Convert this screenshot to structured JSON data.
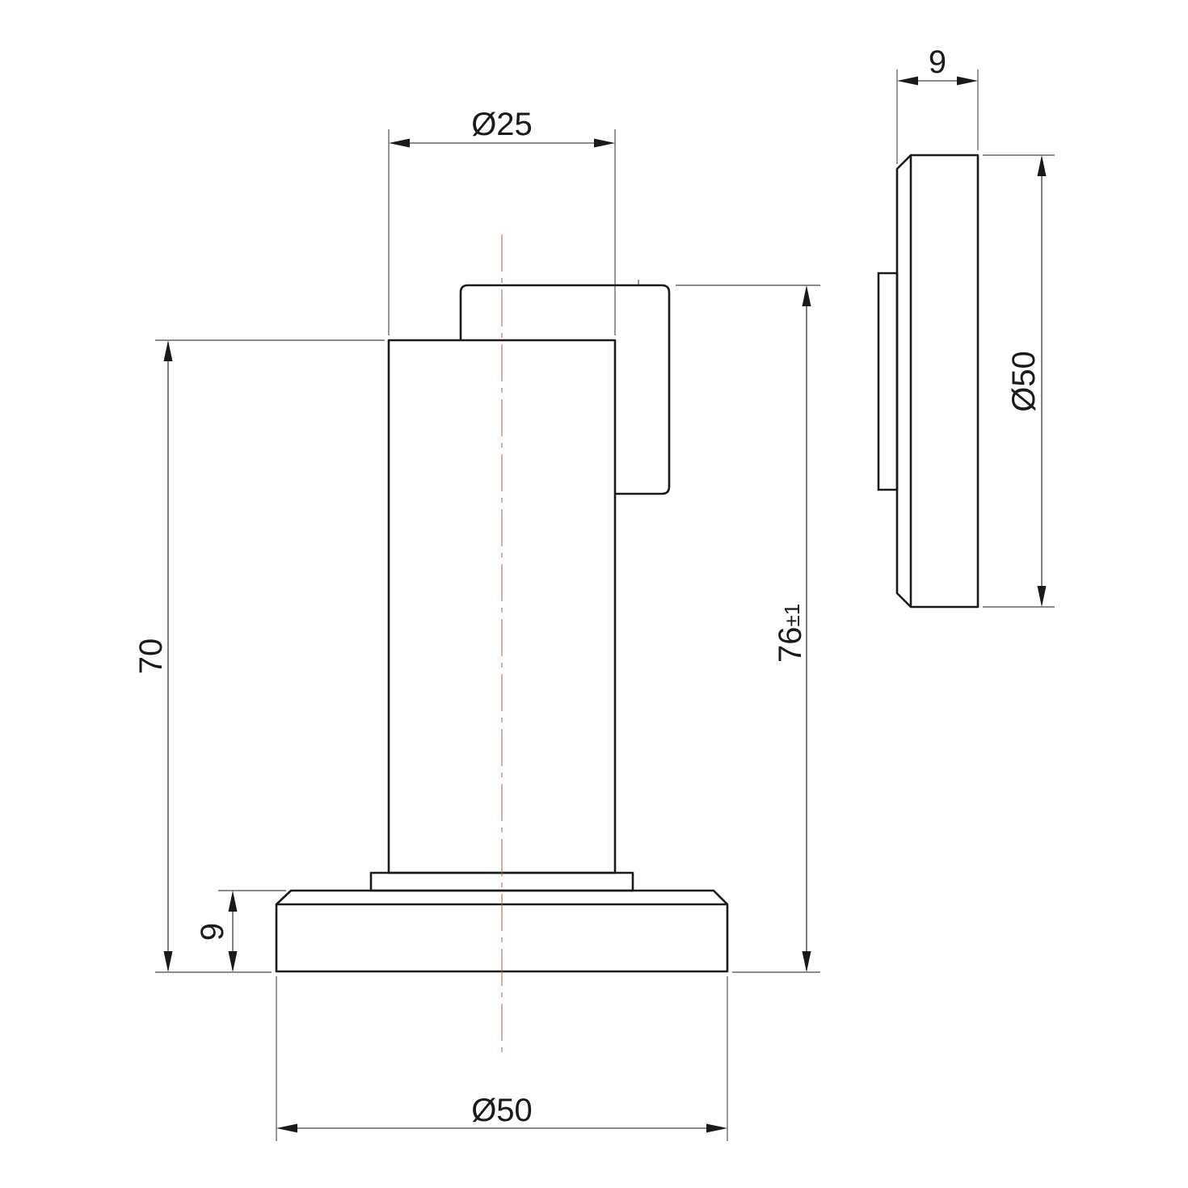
{
  "colors": {
    "line": "#1a1a1a",
    "centerline": "#c8524a",
    "background": "#ffffff"
  },
  "dimensions": {
    "top_diameter": "Ø25",
    "base_diameter": "Ø50",
    "total_height": "70",
    "base_height": "9",
    "overall_height_value": "76",
    "overall_height_tolerance": "±1",
    "catch_thickness": "9",
    "catch_diameter": "Ø50"
  }
}
